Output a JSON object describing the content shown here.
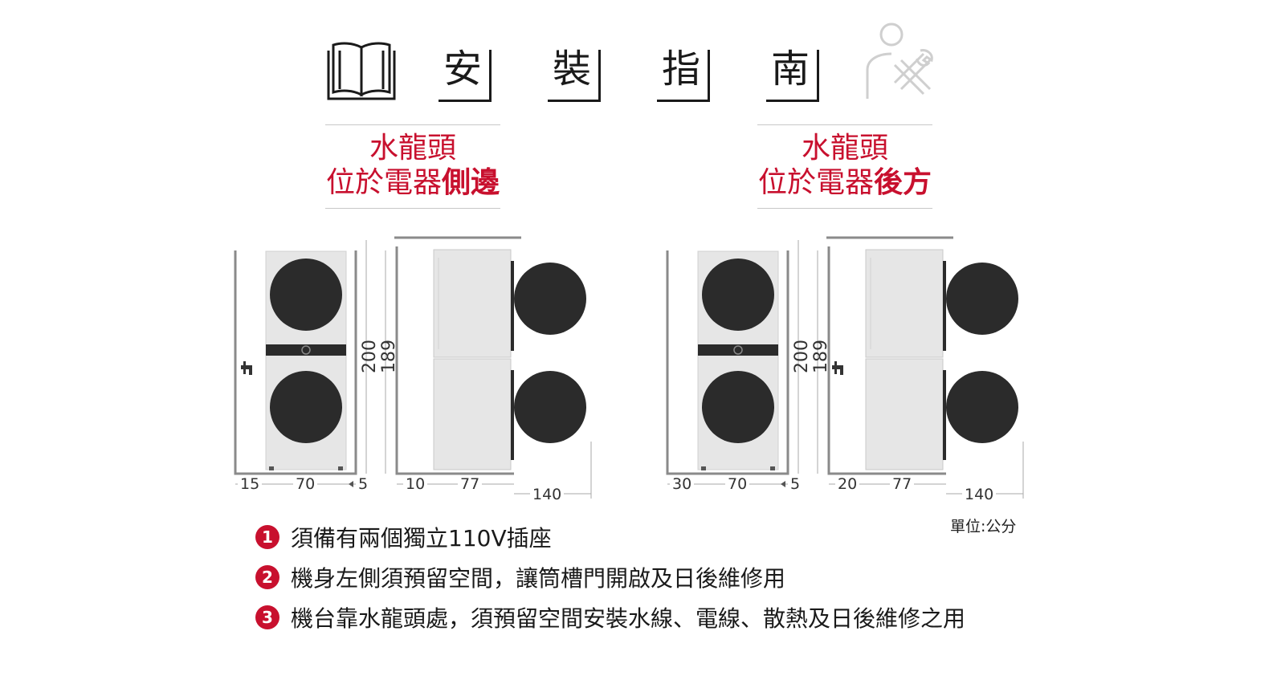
{
  "header": {
    "title_chars": [
      "安",
      "裝",
      "指",
      "南"
    ]
  },
  "panels": [
    {
      "caption_line1": "水龍頭",
      "caption_line2_plain": "位於電器",
      "caption_line2_bold": "側邊",
      "dims": {
        "height_total": "200",
        "height_unit": "189",
        "side_gap": "15",
        "front_width": "70",
        "front_right_gap": "5",
        "back_gap": "10",
        "side_depth": "77",
        "open_depth": "140"
      }
    },
    {
      "caption_line1": "水龍頭",
      "caption_line2_plain": "位於電器",
      "caption_line2_bold": "後方",
      "dims": {
        "height_total": "200",
        "height_unit": "189",
        "side_gap": "30",
        "front_width": "70",
        "front_right_gap": "5",
        "back_gap": "20",
        "side_depth": "77",
        "open_depth": "140"
      }
    }
  ],
  "unit_label": "單位:公分",
  "notes": [
    {
      "num": "1",
      "text": "須備有兩個獨立110V插座"
    },
    {
      "num": "2",
      "text": "機身左側須預留空間，讓筒槽門開啟及日後維修用"
    },
    {
      "num": "3",
      "text": "機台靠水龍頭處，須預留空間安裝水線、電線、散熱及日後維修之用"
    }
  ],
  "colors": {
    "accent_red": "#c8102e",
    "door_dark": "#2b2b2b",
    "body_light": "#e4e4e4",
    "wall_gray": "#8a8a8a"
  },
  "icons": [
    "open-book-icon",
    "installer-wrench-icon",
    "faucet-icon"
  ]
}
